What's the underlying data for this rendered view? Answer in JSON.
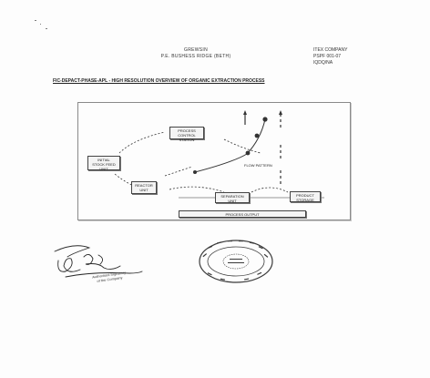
{
  "header": {
    "center_line1": "GREWSIN",
    "center_line2": "P.E. BUSHESS RIDGE (BETH)",
    "right_line1": "ITEX COMPANY",
    "right_line2": "PSPF 001-07",
    "right_line3": "IQDQ/NA"
  },
  "document_title": "FIC-DEPACT-PHASE-APL - HIGH RESOLUTION OVERVIEW OF ORGANIC EXTRACTION PROCESS",
  "diagram": {
    "boxes": {
      "top": "PROCESS CONTROL\nSTATION",
      "left": "INITIAL\nSTOCK FEED\nUNIT",
      "middle": "REACTOR\nUNIT",
      "bottom_center": "SEPARATION\nUNIT",
      "bottom_right": "PRODUCT\nSTORAGE",
      "footer": "PROCESS OUTPUT"
    },
    "curve_label": "FLOW PATTERN"
  },
  "signature": {
    "caption": "Authorised Signatory\nof the Company"
  }
}
